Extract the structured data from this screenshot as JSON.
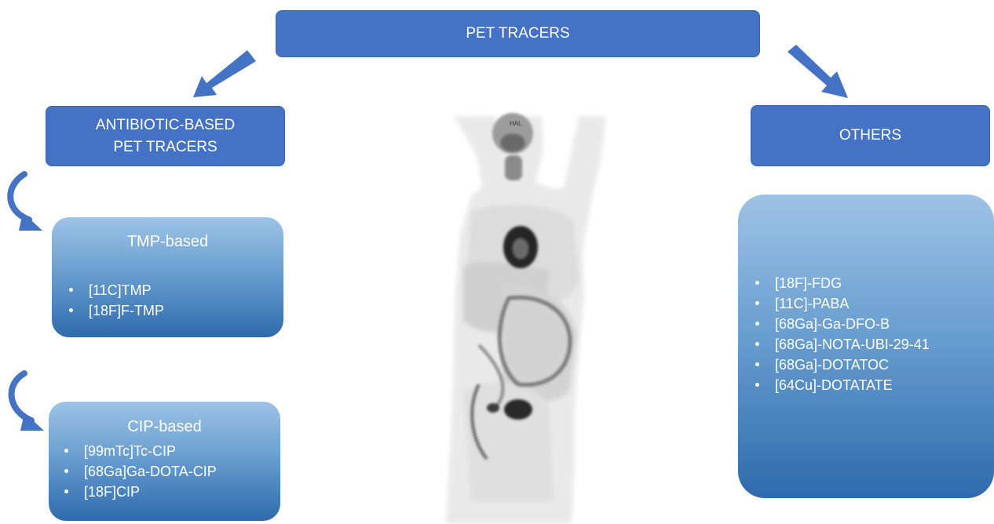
{
  "header": {
    "title": "PET TRACERS"
  },
  "categories": {
    "antibiotic": {
      "line1": "ANTIBIOTIC-BASED",
      "line2": "PET TRACERS"
    },
    "others": {
      "label": "OTHERS"
    }
  },
  "tmp_box": {
    "title": "TMP-based",
    "items": [
      "[11C]TMP",
      "[18F]F-TMP"
    ]
  },
  "cip_box": {
    "title": "CIP-based",
    "items": [
      "[99mTc]Tc-CIP",
      "[68Ga]Ga-DOTA-CIP",
      "[18F]CIP"
    ]
  },
  "others_box": {
    "items": [
      "[18F]-FDG",
      "[11C]-PABA",
      "[68Ga]-Ga-DFO-B",
      "[68Ga]-NOTA-UBI-29-41",
      "[68Ga]-DOTATOC",
      "[64Cu]-DOTATATE"
    ]
  },
  "scan_image": {
    "label": "HAL"
  },
  "colors": {
    "header_fill": "#4472c4",
    "gradient_top": "#9dc3e6",
    "gradient_bottom": "#2e6aad"
  }
}
